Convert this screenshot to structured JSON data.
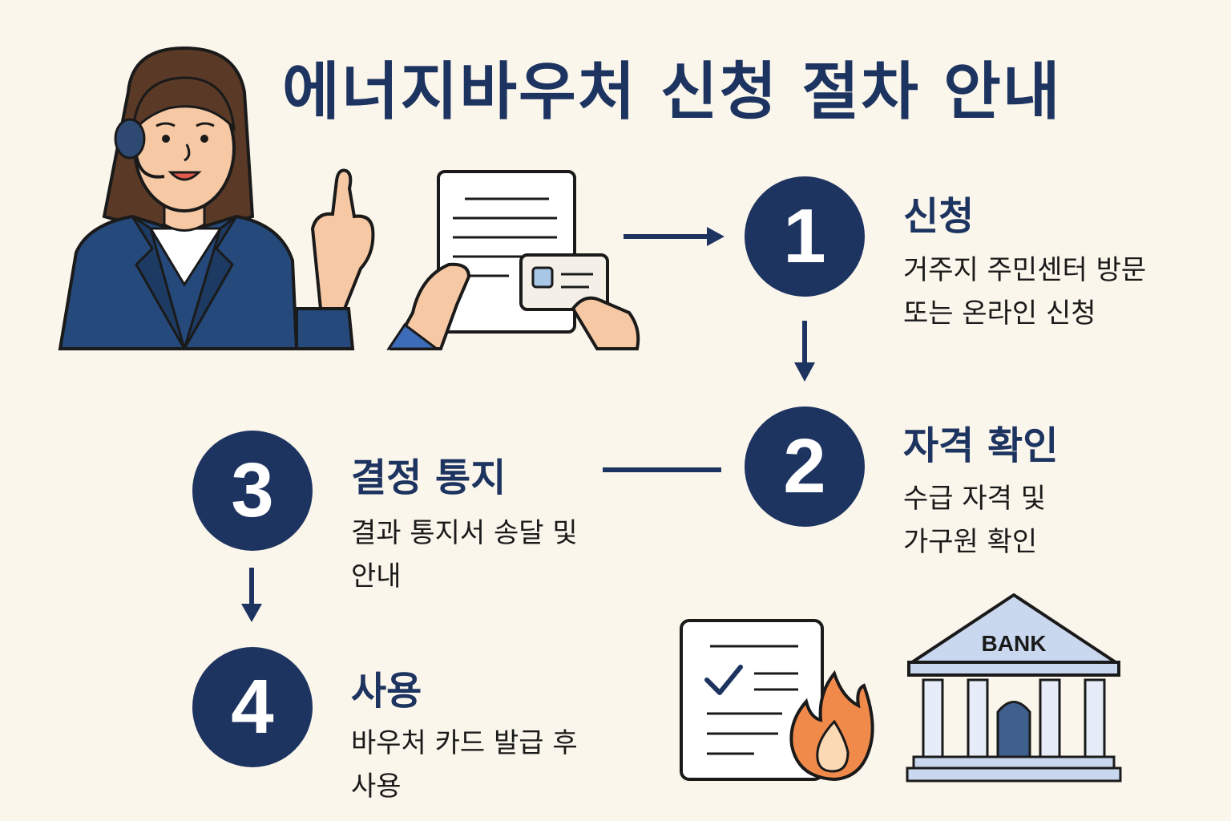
{
  "title": "에너지바우처 신청 절차 안내",
  "steps": [
    {
      "number": "1",
      "title": "신청",
      "desc_line1": "거주지 주민센터 방문",
      "desc_line2": "또는 온라인 신청"
    },
    {
      "number": "2",
      "title": "자격 확인",
      "desc_line1": "수급 자격 및",
      "desc_line2": "가구원 확인"
    },
    {
      "number": "3",
      "title": "결정 통지",
      "desc_line1": "결과 통지서 송달 및",
      "desc_line2": "안내"
    },
    {
      "number": "4",
      "title": "사용",
      "desc_line1": "바우처 카드 발급 후",
      "desc_line2": "사용"
    }
  ],
  "bank_label": "BANK",
  "colors": {
    "navy": "#1d3460",
    "background": "#fbf6ec",
    "skin": "#f6c8a4",
    "hair": "#5a3a26",
    "flame": "#f08a4b",
    "bank": "#c9d8ee"
  },
  "icons": [
    "agent-illustration",
    "document-id-card-illustration",
    "certificate-flame-icon",
    "bank-building-icon",
    "arrow-right-icon",
    "arrow-down-icon"
  ]
}
